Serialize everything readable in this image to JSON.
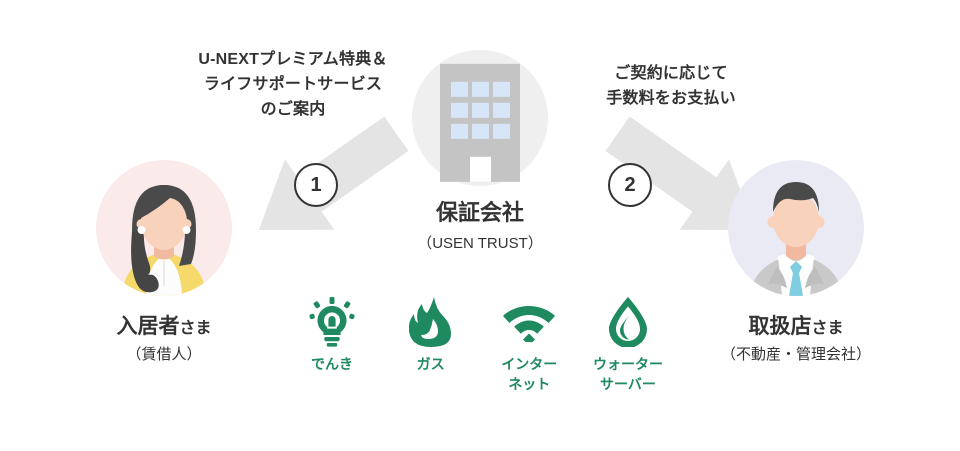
{
  "theme": {
    "background": "#ffffff",
    "text": "#333333",
    "green": "#1F8A5F",
    "arrow_gray": "#E4E4E4",
    "building_gray": "#C4C4C4",
    "window_blue": "#D6E6F8",
    "circle_gray": "#EFEFEF",
    "circle_pink": "#FAEAEA",
    "circle_lavender": "#EAEAF4",
    "skin": "#F8D2BA",
    "hair": "#4A4A4A",
    "cardigan_yellow": "#F5D96A",
    "suit_gray": "#C9C9C9",
    "tie_blue": "#7FCDE0"
  },
  "callouts": {
    "left": "U-NEXTプレミアム特典＆\nライフサポートサービス\nのご案内",
    "right": "ご契約に応じて\n手数料をお支払い"
  },
  "steps": [
    {
      "number": "1",
      "direction": "down-left",
      "icon": "arrow-down-left-icon"
    },
    {
      "number": "2",
      "direction": "down-right",
      "icon": "arrow-down-right-icon"
    }
  ],
  "nodes": {
    "left": {
      "icon": "woman-avatar-icon",
      "title_main": "入居者",
      "title_suffix": "さま",
      "subtitle": "（賃借人）"
    },
    "center": {
      "icon": "office-building-icon",
      "title_main": "保証会社",
      "title_suffix": "",
      "subtitle": "（USEN TRUST）"
    },
    "right": {
      "icon": "businessman-avatar-icon",
      "title_main": "取扱店",
      "title_suffix": "さま",
      "subtitle": "（不動産・管理会社）"
    }
  },
  "services": [
    {
      "icon": "lightbulb-icon",
      "label": "でんき"
    },
    {
      "icon": "flame-icon",
      "label": "ガス"
    },
    {
      "icon": "wifi-icon",
      "label": "インター\nネット"
    },
    {
      "icon": "water-drop-icon",
      "label": "ウォーター\nサーバー"
    }
  ]
}
